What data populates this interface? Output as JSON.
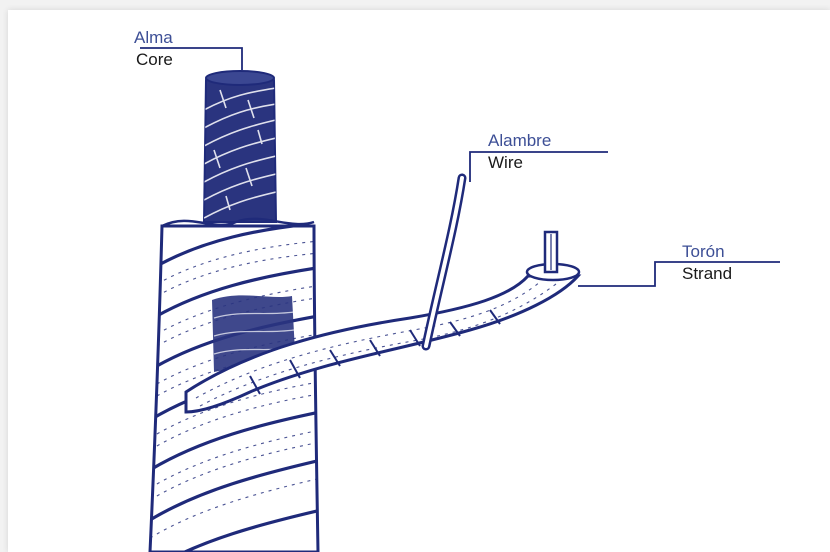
{
  "labels": {
    "core": {
      "es": "Alma",
      "en": "Core"
    },
    "wire": {
      "es": "Alambre",
      "en": "Wire"
    },
    "strand": {
      "es": "Torón",
      "en": "Strand"
    }
  },
  "colors": {
    "ink": "#1f2a7a",
    "label_es": "#3d4f96",
    "label_en": "#1a1a1a",
    "leader": "#1f2a7a",
    "background": "#ffffff"
  }
}
